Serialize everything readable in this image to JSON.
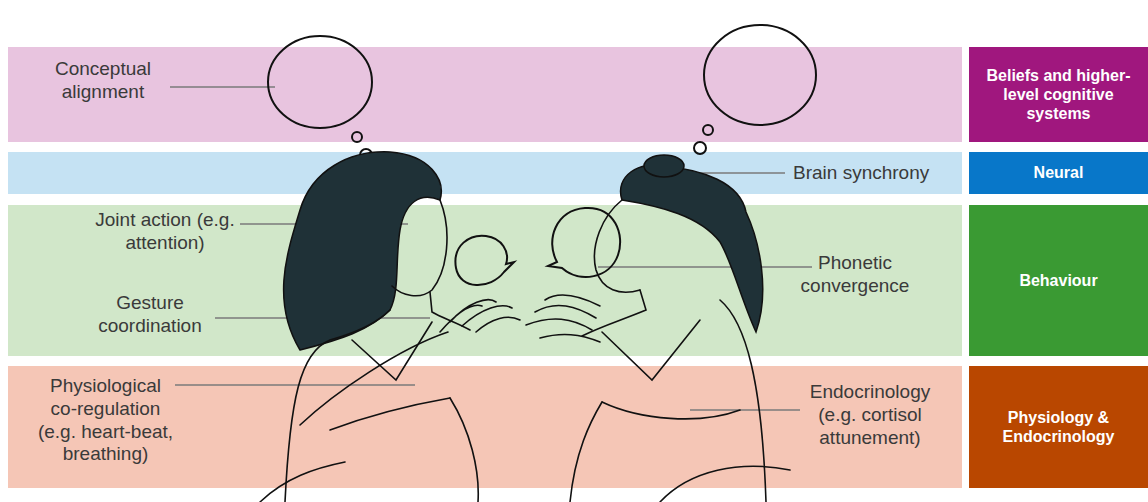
{
  "diagram": {
    "nodes": [
      {
        "text": [
          "Conceptual alignment"
        ]
      },
      {
        "text": [
          "Beliefs and higher-level cognitive systems"
        ]
      },
      {
        "text": [
          "Brain synchrony"
        ]
      },
      {
        "text": [
          "Neural"
        ]
      },
      {
        "text": [
          "Joint action (e.g. attention)",
          "Gesture coordination",
          "Phonetic convergence"
        ]
      },
      {
        "text": [
          "Behaviour"
        ]
      },
      {
        "text": [
          "Physiological co-regulation (e.g. heart-beat, breathing)",
          "Endocrinology (e.g. cortisol attunement)"
        ]
      },
      {
        "text": [
          "Physiology & Endocrinology"
        ]
      }
    ]
  }
}
